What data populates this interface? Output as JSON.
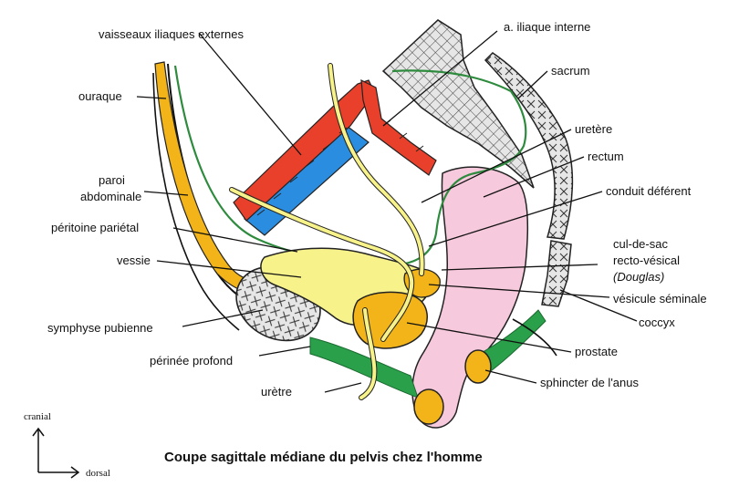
{
  "labels": {
    "vaisseaux": "vaisseaux iliaques externes",
    "iliaque_interne": "a. iliaque interne",
    "sacrum": "sacrum",
    "ouraque": "ouraque",
    "uretere": "uretère",
    "rectum": "rectum",
    "paroi_1": "paroi",
    "paroi_2": "abdominale",
    "conduit": "conduit déférent",
    "peritoine": "péritoine pariétal",
    "vessie": "vessie",
    "douglas_1": "cul-de-sac",
    "douglas_2": "recto-vésical",
    "douglas_3": "(Douglas)",
    "vesicule": "vésicule séminale",
    "symphyse": "symphyse pubienne",
    "coccyx": "coccyx",
    "prostate": "prostate",
    "perinee": "périnée profond",
    "sphincter": "sphincter de l'anus",
    "uretre": "urètre"
  },
  "orientation": {
    "up": "cranial",
    "right": "dorsal"
  },
  "caption": "Coupe sagittale médiane du pelvis chez l'homme",
  "colors": {
    "artery": "#e8402a",
    "vein": "#2a8de0",
    "bladder": "#f7f28a",
    "prostate": "#f2b418",
    "rectum": "#f7c9dc",
    "perineum": "#2aa04a",
    "peritoneum": "#2e8b3e",
    "bone": "#e6e6e6"
  }
}
